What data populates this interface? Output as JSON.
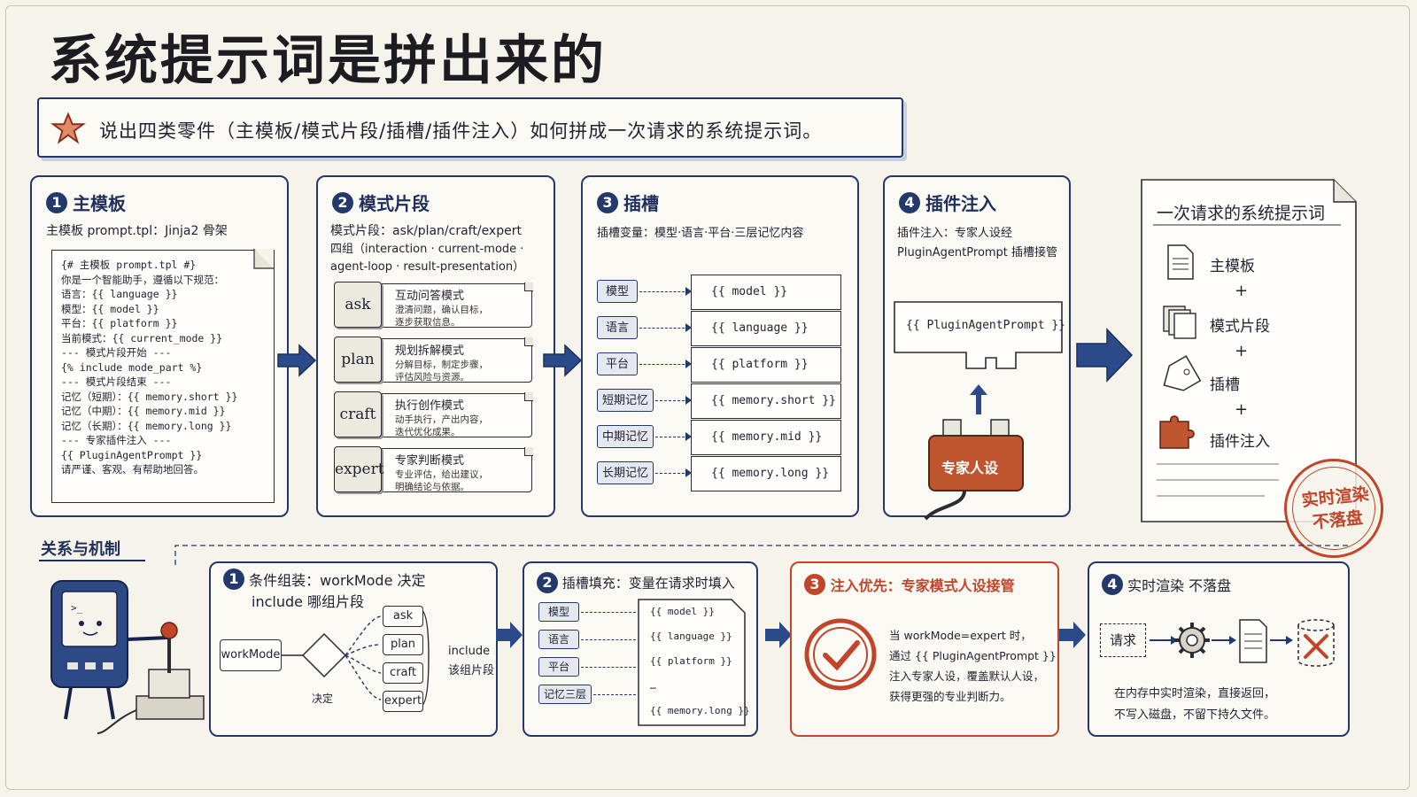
{
  "title": "系统提示词是拼出来的",
  "banner": "说出四类零件（主模板/模式片段/插槽/插件注入）如何拼成一次请求的系统提示词。",
  "panels": {
    "p1": {
      "num": "1",
      "title": "主模板",
      "subtitle": "主模板 prompt.tpl：Jinja2 骨架",
      "code": [
        "{# 主模板 prompt.tpl #}",
        "你是一个智能助手，遵循以下规范：",
        "语言：{{ language }}",
        "模型：{{ model }}",
        "平台：{{ platform }}",
        "当前模式：{{ current_mode }}",
        "--- 模式片段开始 ---",
        "{% include mode_part %}",
        "--- 模式片段结束 ---",
        "记忆（短期）：{{ memory.short }}",
        "记忆（中期）：{{ memory.mid }}",
        "记忆（长期）：{{ memory.long }}",
        "--- 专家插件注入 ---",
        "{{ PluginAgentPrompt }}",
        "请严谨、客观、有帮助地回答。"
      ]
    },
    "p2": {
      "num": "2",
      "title": "模式片段",
      "desc1": "模式片段：ask/plan/craft/expert",
      "desc2": "四组（interaction · current-mode ·",
      "desc3": "agent-loop · result-presentation）",
      "modes": [
        {
          "key": "ask",
          "name": "互动问答模式",
          "l1": "澄清问题，确认目标，",
          "l2": "逐步获取信息。"
        },
        {
          "key": "plan",
          "name": "规划拆解模式",
          "l1": "分解目标，制定步骤，",
          "l2": "评估风险与资源。"
        },
        {
          "key": "craft",
          "name": "执行创作模式",
          "l1": "动手执行，产出内容，",
          "l2": "迭代优化成果。"
        },
        {
          "key": "expert",
          "name": "专家判断模式",
          "l1": "专业评估，给出建议，",
          "l2": "明确结论与依据。"
        }
      ]
    },
    "p3": {
      "num": "3",
      "title": "插槽",
      "desc": "插槽变量：模型·语言·平台·三层记忆内容",
      "slots": [
        {
          "label": "模型",
          "var": "{{ model }}"
        },
        {
          "label": "语言",
          "var": "{{ language }}"
        },
        {
          "label": "平台",
          "var": "{{ platform }}"
        },
        {
          "label": "短期记忆",
          "var": "{{ memory.short }}"
        },
        {
          "label": "中期记忆",
          "var": "{{ memory.mid }}"
        },
        {
          "label": "长期记忆",
          "var": "{{ memory.long }}"
        }
      ]
    },
    "p4": {
      "num": "4",
      "title": "插件注入",
      "desc1": "插件注入：专家人设经",
      "desc2": "PluginAgentPrompt 插槽接管",
      "slot": "{{ PluginAgentPrompt }}",
      "plug": "专家人设"
    },
    "result": {
      "title": "一次请求的系统提示词",
      "items": [
        "主模板",
        "模式片段",
        "插槽",
        "插件注入"
      ],
      "plus": "+",
      "stamp1": "实时渲染",
      "stamp2": "不落盘"
    }
  },
  "mechanism": {
    "heading": "关系与机制",
    "m1": {
      "num": "1",
      "title": "条件组装：workMode 决定",
      "title2": "include 哪组片段",
      "source": "workMode",
      "decide": "决定",
      "options": [
        "ask",
        "plan",
        "craft",
        "expert"
      ],
      "include1": "include",
      "include2": "该组片段"
    },
    "m2": {
      "num": "2",
      "title": "插槽填充：变量在请求时填入",
      "labels": [
        "模型",
        "语言",
        "平台",
        "记忆三层"
      ],
      "vars": [
        "{{ model }}",
        "{{ language }}",
        "{{ platform }}",
        "…",
        "{{ memory.long }}"
      ]
    },
    "m3": {
      "num": "3",
      "title": "注入优先：专家模式人设接管",
      "l1": "当 workMode=expert 时，",
      "l2": "通过 {{ PluginAgentPrompt }}",
      "l3": "注入专家人设，覆盖默认人设，",
      "l4": "获得更强的专业判断力。"
    },
    "m4": {
      "num": "4",
      "title": "实时渲染 不落盘",
      "request": "请求",
      "l1": "在内存中实时渲染，直接返回，",
      "l2": "不写入磁盘，不留下持久文件。"
    }
  },
  "colors": {
    "navy": "#23386b",
    "red": "#c0452a",
    "paper": "#f6f3ea"
  }
}
